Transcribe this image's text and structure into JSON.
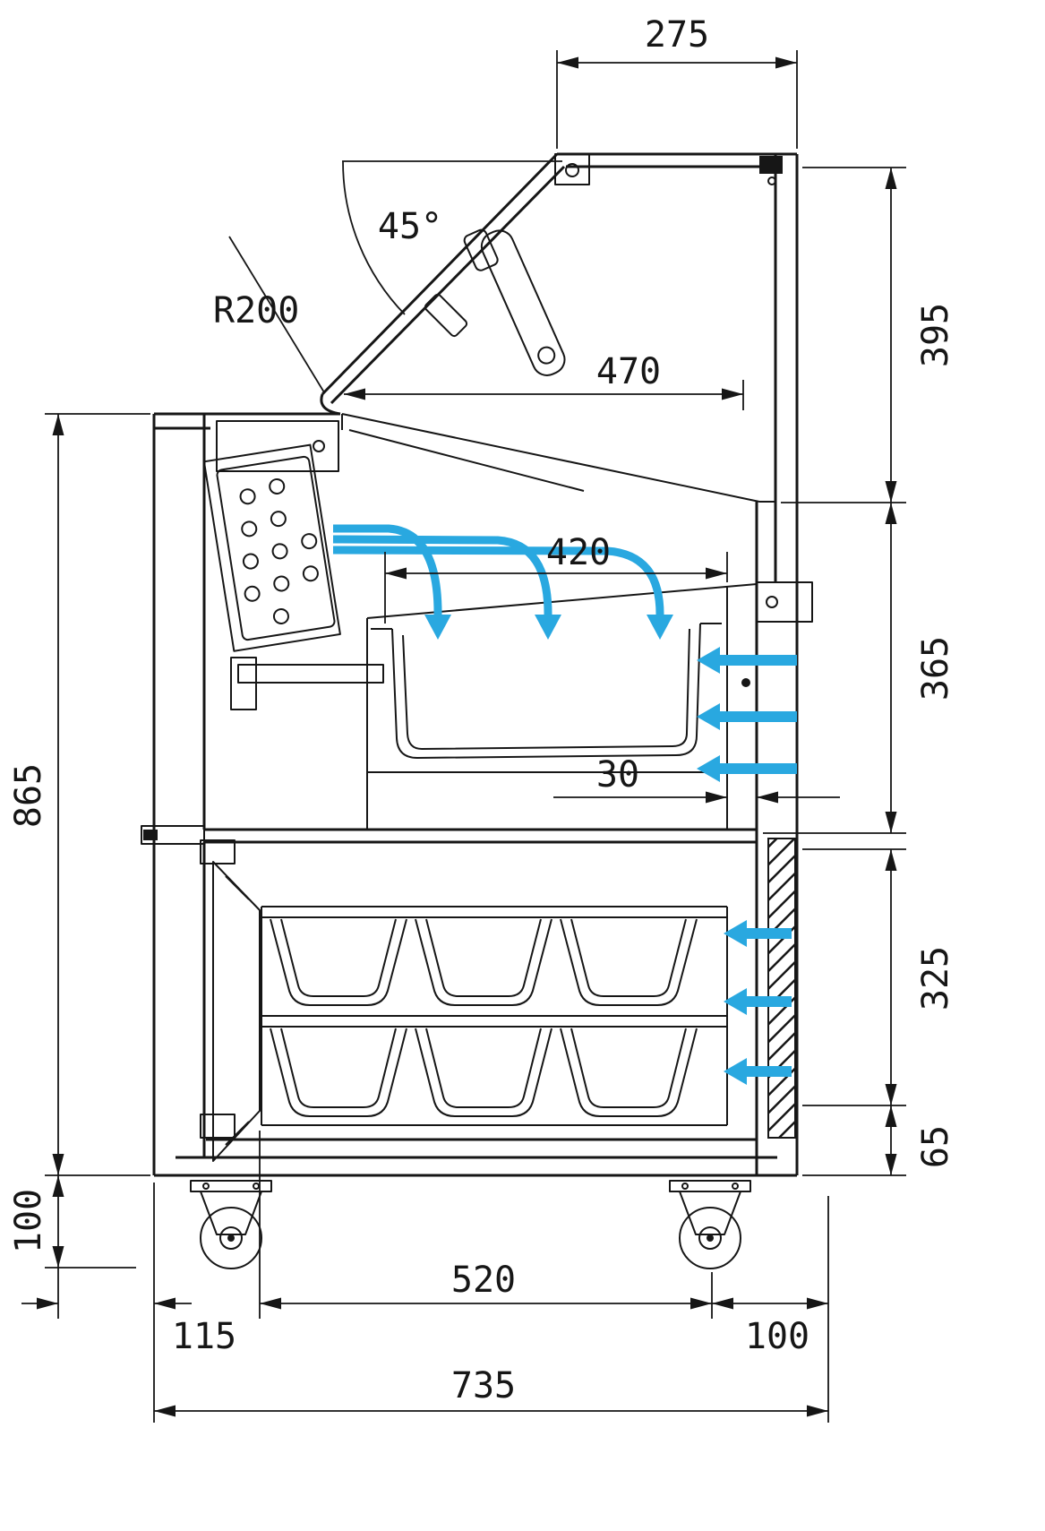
{
  "drawing": {
    "type": "technical-diagram",
    "subject": "Refrigerated display case side cross-section with dimensions and airflow arrows",
    "colors": {
      "line": "#161616",
      "airflow_arrow": "#29a8e0",
      "background": "#ffffff"
    },
    "dimensions": {
      "d275": "275",
      "d45": "45°",
      "r200": "R200",
      "d470": "470",
      "d420": "420",
      "d395": "395",
      "d365": "365",
      "d30": "30",
      "d865": "865",
      "d325": "325",
      "d65": "65",
      "d100_left": "100",
      "d115": "115",
      "d520": "520",
      "d100_right": "100",
      "d735": "735"
    }
  }
}
